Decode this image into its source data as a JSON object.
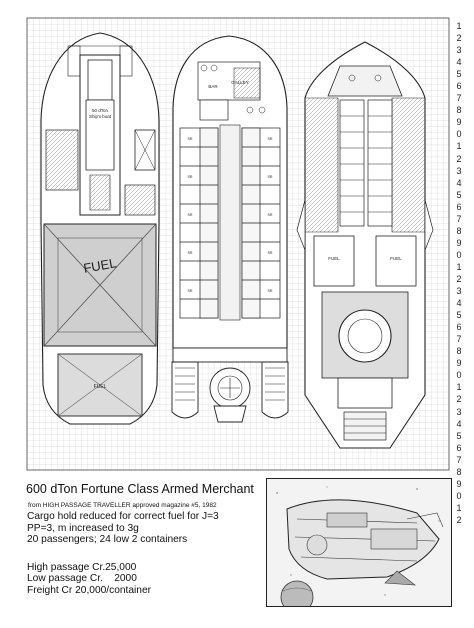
{
  "grid_ruler": [
    "1",
    "2",
    "3",
    "4",
    "5",
    "6",
    "7",
    "8",
    "9",
    "0",
    "1",
    "2",
    "3",
    "4",
    "5",
    "6",
    "7",
    "8",
    "9",
    "0",
    "1",
    "2",
    "3",
    "4",
    "5",
    "6",
    "7",
    "8",
    "9",
    "0",
    "1",
    "2",
    "3",
    "4",
    "5",
    "6",
    "7",
    "8",
    "9",
    "0",
    "1",
    "2"
  ],
  "deck_labels": {
    "fuel_big": "FUEL",
    "fuel_small": "FUEL",
    "fuel_left": "FUEL",
    "fuel_right": "FUEL",
    "shuttle_line1": "50 dTon",
    "shuttle_line2": "Ship's boat",
    "galley": "GALLEY",
    "bar": "BAR",
    "stateroom": "SR"
  },
  "caption": {
    "title": "600 dTon Fortune Class Armed Merchant",
    "source": "from HIGH PASSAGE TRAVELLER approved magazine #5, 1982",
    "spec_lines": [
      "Cargo hold reduced for correct fuel for J=3",
      "PP=3, m increased to 3g",
      "20 passengers; 24 low 2 containers"
    ],
    "price_lines": [
      "High passage Cr.25,000",
      "Low passage Cr.    2000",
      "Freight Cr 20,000/container"
    ]
  }
}
